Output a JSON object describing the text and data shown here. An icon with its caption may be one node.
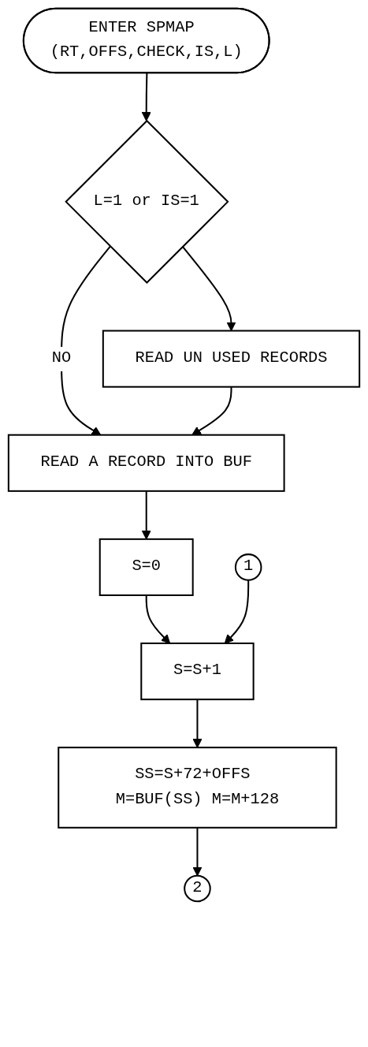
{
  "diagram": {
    "nodes": [
      {
        "text": [
          "ENTER SPMAP (RT,OFFS,CHECK,IS,L)"
        ]
      },
      {
        "text": [
          "L=1 or IS=1"
        ]
      },
      {
        "text": [
          "READ UN USED RECORDS"
        ]
      },
      {
        "text": [
          "READ A RECORD INTO BUF"
        ]
      },
      {
        "text": [
          "S=0"
        ]
      },
      {
        "text": [
          "1"
        ]
      },
      {
        "text": [
          "S=S+1"
        ]
      },
      {
        "text": [
          "SS=S+72+OFFS M=BUF(SS) M=M+128"
        ]
      },
      {
        "text": [
          "2"
        ]
      }
    ],
    "edges": [
      {
        "from": 0,
        "to": 1,
        "arrow": "to"
      },
      {
        "from": 1,
        "to": 2,
        "arrow": "to"
      },
      {
        "from": 1,
        "to": 3,
        "label": "NO",
        "arrow": "to"
      },
      {
        "from": 2,
        "to": 3,
        "arrow": "to"
      },
      {
        "from": 3,
        "to": 4,
        "arrow": "to"
      },
      {
        "from": 4,
        "to": 6,
        "arrow": "to"
      },
      {
        "from": 5,
        "to": 6,
        "arrow": "to"
      },
      {
        "from": 6,
        "to": 7,
        "arrow": "to"
      },
      {
        "from": 7,
        "to": 8,
        "arrow": "to"
      }
    ]
  }
}
